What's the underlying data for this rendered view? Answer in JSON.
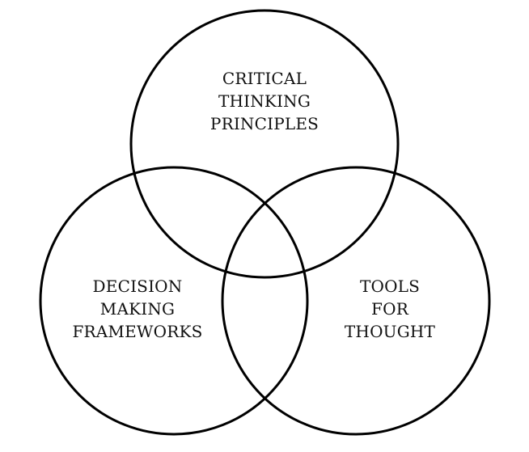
{
  "diagram": {
    "type": "venn-3",
    "stroke_color": "#000000",
    "background_color": "#ffffff",
    "sets": [
      {
        "id": "top",
        "lines": [
          "CRITICAL",
          "THINKING",
          "PRINCIPLES"
        ]
      },
      {
        "id": "left",
        "lines": [
          "DECISION",
          "MAKING",
          "FRAMEWORKS"
        ]
      },
      {
        "id": "right",
        "lines": [
          "TOOLS",
          "FOR",
          "THOUGHT"
        ]
      }
    ]
  }
}
